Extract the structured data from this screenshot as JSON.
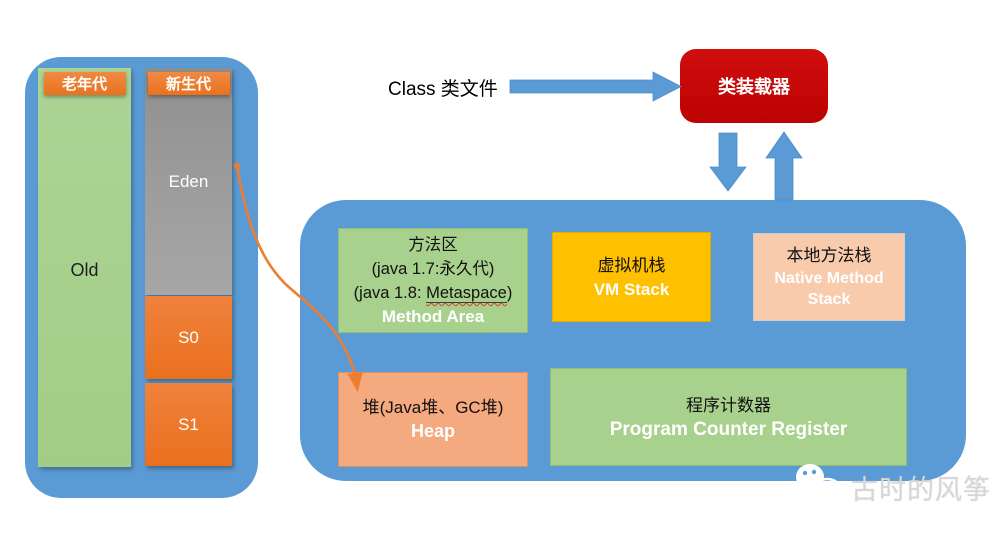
{
  "diagram": {
    "left_panel": {
      "old_gen_header": "老年代",
      "young_gen_header": "新生代",
      "old_label": "Old",
      "eden_label": "Eden",
      "s0_label": "S0",
      "s1_label": "S1"
    },
    "loader": {
      "class_file_label": "Class 类文件",
      "class_loader_label": "类装载器"
    },
    "runtime": {
      "method_area": {
        "title_zh": "方法区",
        "line_java17": "(java 1.7:永久代)",
        "line_java18_prefix": "(java 1.8: ",
        "line_java18_word": "Metaspace",
        "line_java18_suffix": ")",
        "title_en": "Method Area"
      },
      "vm_stack": {
        "zh": "虚拟机栈",
        "en": "VM Stack"
      },
      "native_stack": {
        "zh": "本地方法栈",
        "en": "Native Method Stack"
      },
      "heap": {
        "zh": "堆(Java堆、GC堆)",
        "en": "Heap"
      },
      "pc_register": {
        "zh": "程序计数器",
        "en": "Program Counter Register"
      }
    },
    "watermark": {
      "text": "古时的风筝"
    },
    "colors": {
      "container_blue": "#5B9BD5",
      "accent_orange": "#ED7D31",
      "box_green": "#A9D18E",
      "box_gold": "#FFC000",
      "box_peach": "#F8CBAD",
      "box_salmon": "#F4A97E",
      "loader_red": "#C40505",
      "eden_gray": "#9C9C9C"
    }
  }
}
